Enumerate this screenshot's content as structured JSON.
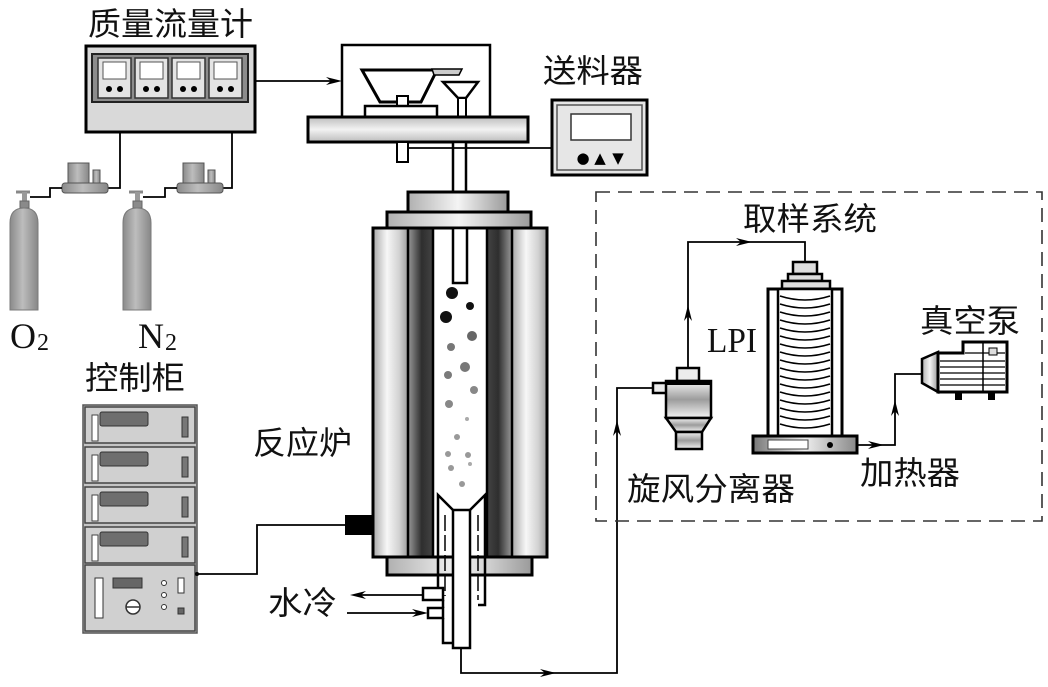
{
  "mass_flow_meter": {
    "label": "质量流量计",
    "channel_count": 4
  },
  "gas_cylinders": [
    {
      "symbol": "O",
      "subscript": "2"
    },
    {
      "symbol": "N",
      "subscript": "2"
    }
  ],
  "feeder": {
    "label": "送料器",
    "controller_buttons": [
      "●",
      "▲",
      "▼"
    ]
  },
  "control_cabinet": {
    "label": "控制柜"
  },
  "reactor": {
    "label": "反应炉"
  },
  "water_cooling": {
    "label": "水冷"
  },
  "sampling_system": {
    "label": "取样系统",
    "impactor_label": "LPI",
    "cyclone_label": "旋风分离器",
    "heater_label": "加热器",
    "vacuum_pump_label": "真空泵"
  },
  "colors": {
    "line": "#000000",
    "background": "#ffffff",
    "housing": "#d9d9d9",
    "particle_dark": "#111111"
  }
}
